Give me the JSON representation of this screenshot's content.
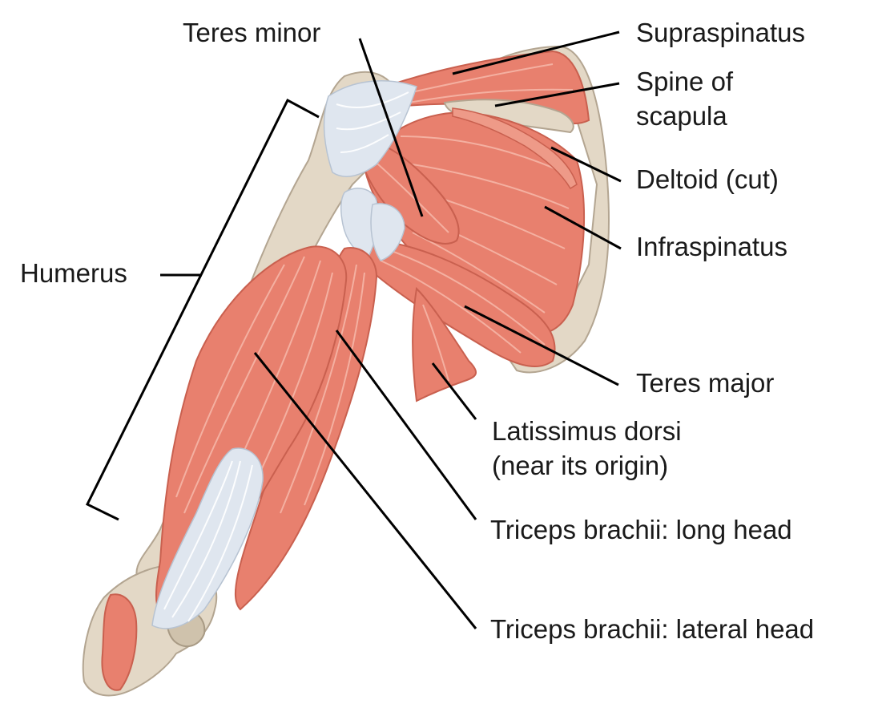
{
  "labels": {
    "teres_minor": "Teres minor",
    "supraspinatus": "Supraspinatus",
    "spine_of_scapula_line1": "Spine of",
    "spine_of_scapula_line2": "scapula",
    "deltoid_cut": "Deltoid (cut)",
    "infraspinatus": "Infraspinatus",
    "humerus": "Humerus",
    "teres_major": "Teres major",
    "latissimus_line1": "Latissimus dorsi",
    "latissimus_line2": "(near its origin)",
    "triceps_long": "Triceps brachii: long head",
    "triceps_lateral": "Triceps brachii: lateral head"
  },
  "colors": {
    "muscle": "#e8806e",
    "tendon": "#dfe6ef",
    "bone": "#e3d8c6",
    "leader_line": "#000000"
  }
}
